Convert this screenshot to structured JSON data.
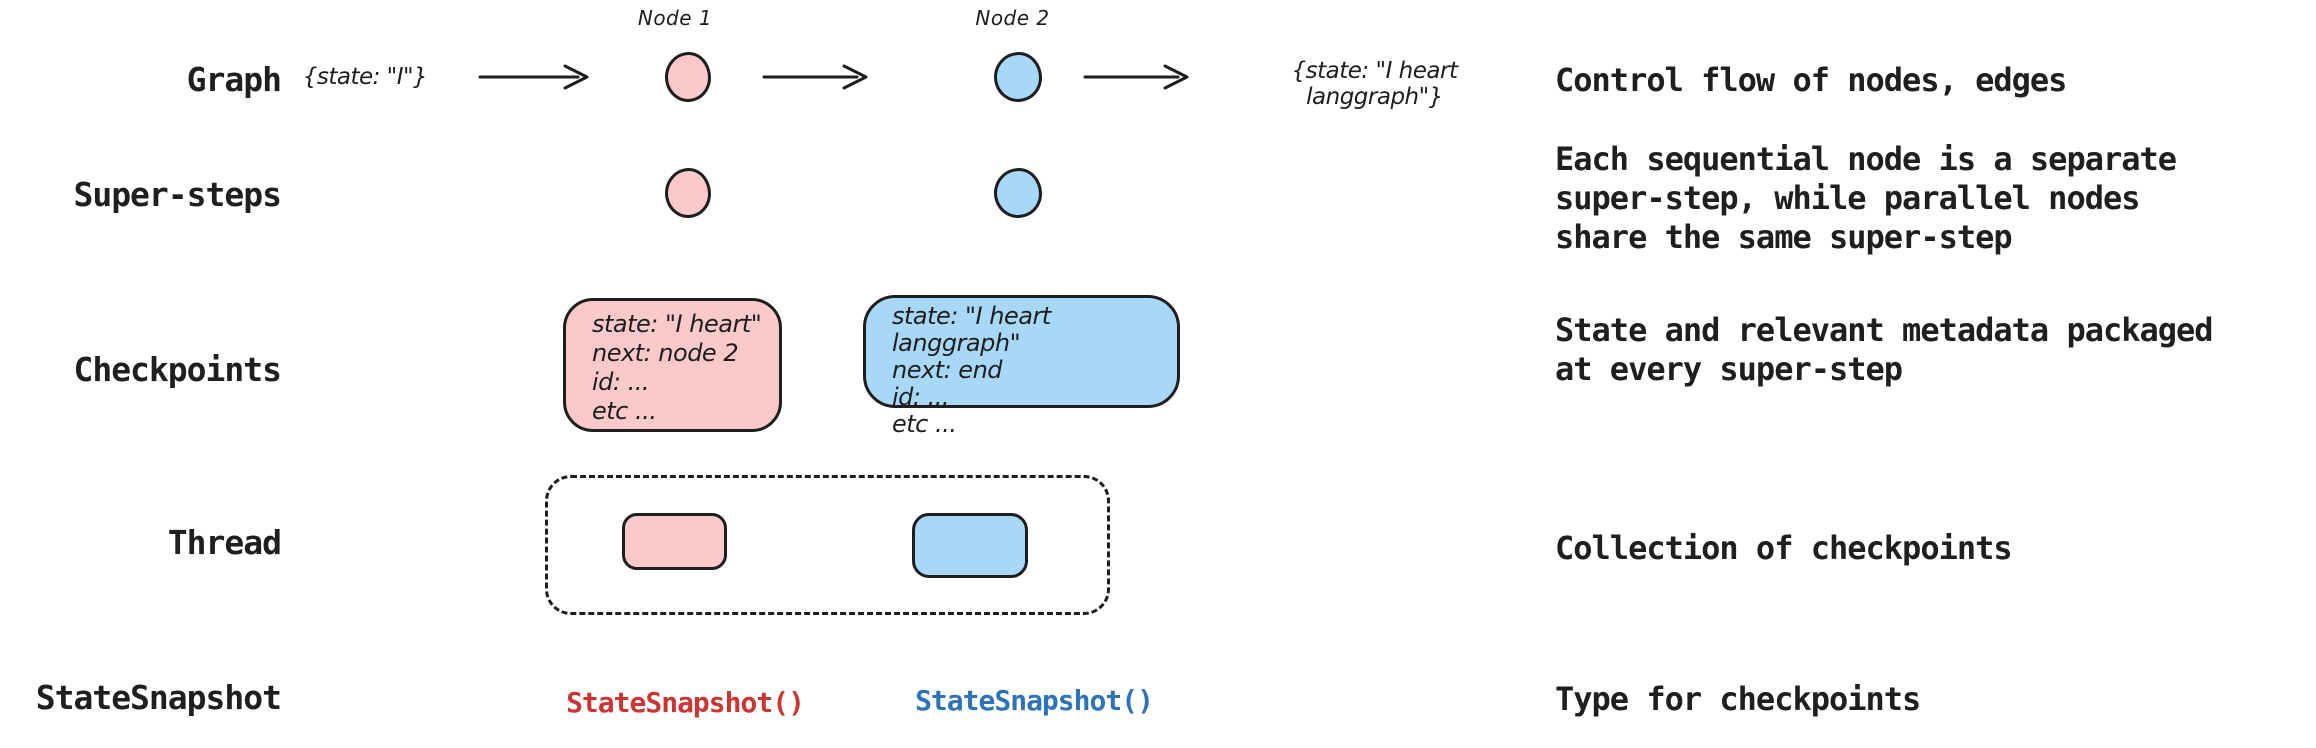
{
  "rows": {
    "graph": {
      "label": "Graph",
      "input_state": "{state: \"I\"}",
      "node1_label": "Node 1",
      "node2_label": "Node 2",
      "output_state": "{state: \"I heart langgraph\"}",
      "description": "Control flow of nodes, edges"
    },
    "supersteps": {
      "label": "Super-steps",
      "description": "Each sequential node is a separate\nsuper-step, while parallel nodes\nshare the same super-step"
    },
    "checkpoints": {
      "label": "Checkpoints",
      "checkpoint1_text": "state: \"I heart\"\nnext: node 2\nid: ...\netc ...",
      "checkpoint2_text": "state: \"I heart langgraph\"\nnext: end\nid: ...\netc ...",
      "description": "State and relevant metadata packaged\nat every super-step"
    },
    "thread": {
      "label": "Thread",
      "description": "Collection of checkpoints"
    },
    "statesnapshot": {
      "label": "StateSnapshot",
      "snapshot1": "StateSnapshot()",
      "snapshot2": "StateSnapshot()",
      "description": "Type for checkpoints"
    }
  },
  "colors": {
    "node_pink": "#fac9c9",
    "node_blue": "#a7d8f7",
    "outline": "#1e1e1e",
    "text": "#1f1f1f",
    "snapshot_red": "#cd3534",
    "snapshot_blue": "#2e73b8",
    "background": "#ffffff"
  }
}
